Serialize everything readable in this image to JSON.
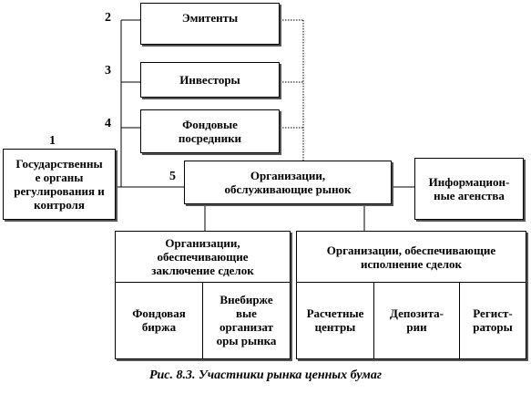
{
  "nodes": {
    "emitters": "Эмитенты",
    "investors": "Инвесторы",
    "intermediaries_line1": "Фондовые",
    "intermediaries_line2": "посредники",
    "government_line1": "Государственны",
    "government_line2": "е органы",
    "government_line3": "регулирования и",
    "government_line4": "контроля",
    "market_orgs_line1": "Организации,",
    "market_orgs_line2": "обслуживающие рынок",
    "info_line1": "Информацион-",
    "info_line2": "ные агенства",
    "deal_conclusion_line1": "Организации,",
    "deal_conclusion_line2": "обеспечивающие",
    "deal_conclusion_line3": "заключение сделок",
    "deal_execution_line1": "Организации, обеспечивающие",
    "deal_execution_line2": "исполнение сделок",
    "stock_exchange_line1": "Фондовая",
    "stock_exchange_line2": "биржа",
    "otc_line1": "Внебирже",
    "otc_line2": "вые",
    "otc_line3": "организат",
    "otc_line4": "оры рынка",
    "settlement_line1": "Расчетные",
    "settlement_line2": "центры",
    "depository_line1": "Депозита-",
    "depository_line2": "рии",
    "registrars_line1": "Регист-",
    "registrars_line2": "раторы"
  },
  "numbers": {
    "n1": "1",
    "n2": "2",
    "n3": "3",
    "n4": "4",
    "n5": "5"
  },
  "caption": "Рис. 8.3. Участники рынка ценных бумаг"
}
